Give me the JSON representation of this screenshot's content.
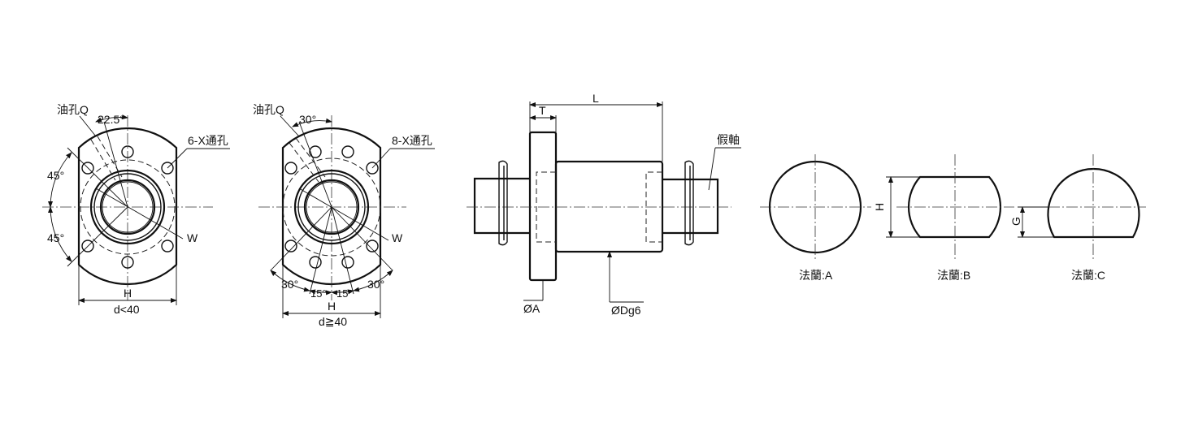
{
  "views": {
    "flange_small": {
      "oil_hole": "油孔Q",
      "angle_top": "22.5°",
      "holes": "6-X通孔",
      "angle_left_upper": "45°",
      "angle_left_lower": "45°",
      "w": "W",
      "h": "H",
      "condition": "d<40"
    },
    "flange_large": {
      "oil_hole": "油孔Q",
      "angle_top": "30°",
      "holes": "8-X通孔",
      "w": "W",
      "angle_bottom_left": "30°",
      "angle_bottom_right": "30°",
      "angle_15_left": "15°",
      "angle_15_right": "15°",
      "h": "H",
      "condition": "d≧40"
    },
    "side": {
      "t": "T",
      "l": "L",
      "dummy_shaft": "假軸",
      "dia_a": "ØA",
      "dia_d": "ØDg6"
    },
    "flange_types": {
      "a": "法蘭:A",
      "b": "法蘭:B",
      "c": "法蘭:C",
      "h": "H",
      "g": "G"
    }
  }
}
